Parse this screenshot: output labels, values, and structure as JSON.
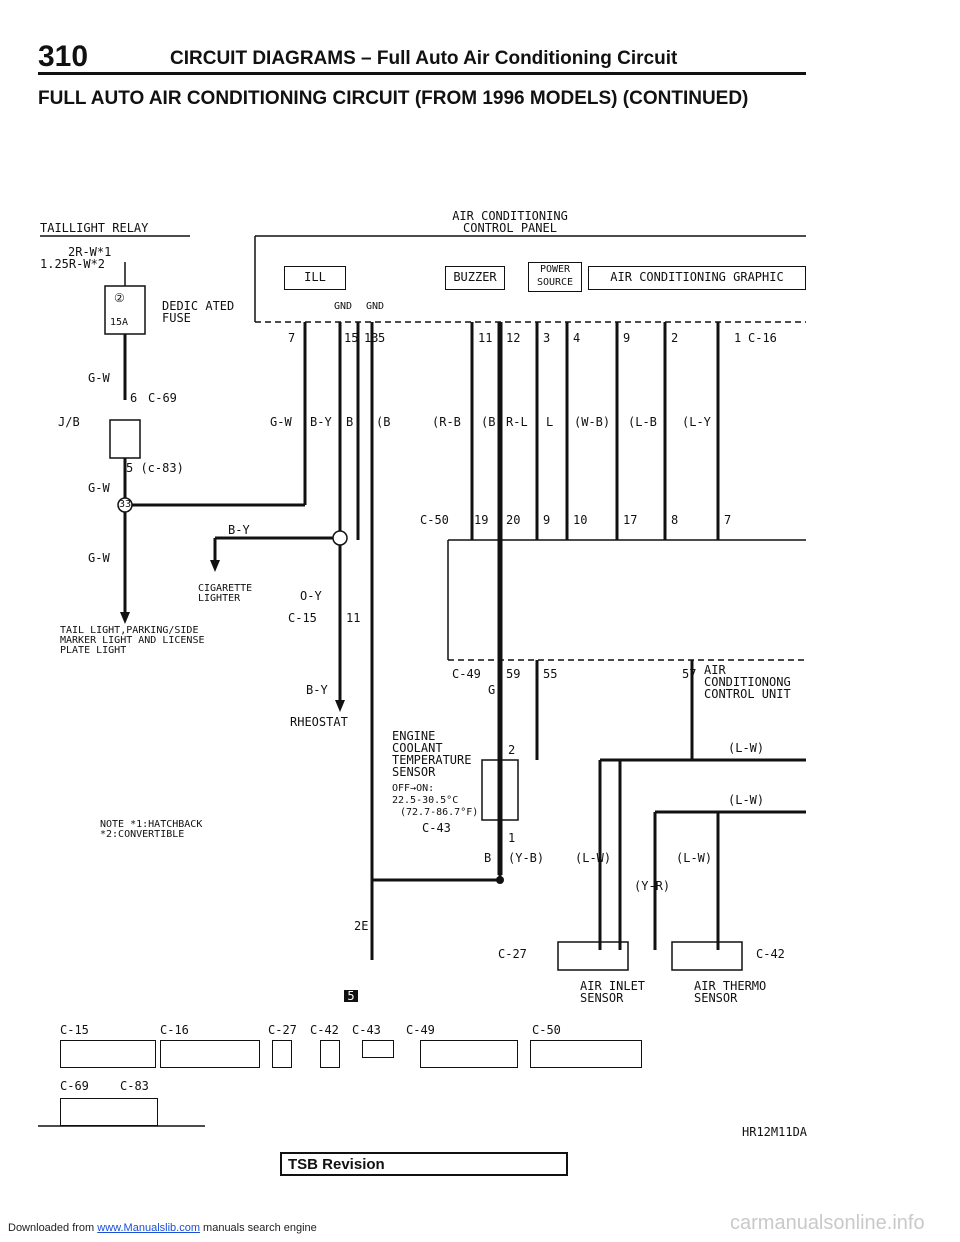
{
  "header": {
    "page_number": "310",
    "section_title": "CIRCUIT DIAGRAMS – Full Auto Air Conditioning Circuit",
    "main_title": "FULL AUTO AIR CONDITIONING CIRCUIT (FROM 1996 MODELS) (CONTINUED)"
  },
  "diagram": {
    "taillight_relay": "TAILLIGHT RELAY",
    "wire_2r": "2R-W*1",
    "wire_125r": "1.25R-W*2",
    "fuse_num": "②",
    "fuse_amp": "15A",
    "dedicated_fuse": "DEDIC ATED FUSE",
    "g_w": "G-W",
    "conn_c69_pin": "6",
    "conn_c69": "C-69",
    "jb": "J/B",
    "conn_c83": "5 (c-83)",
    "g_w2": "G-W",
    "g_w3": "G-W",
    "node33": "33",
    "b_y": "B-Y",
    "cigarette_lighter": "CIGARETTE LIGHTER",
    "tail_light": "TAIL LIGHT,PARKING/SIDE MARKER LIGHT AND LICENSE PLATE LIGHT",
    "note": "NOTE *1:HATCHBACK *2:CONVERTIBLE",
    "ac_control_panel": "AIR CONDITIONING CONTROL PANEL",
    "ill": "ILL",
    "buzzer": "BUZZER",
    "power_source": "POWER SOURCE",
    "ac_graphic": "AIR CONDITIONING GRAPHIC",
    "gnd1": "GND",
    "gnd2": "GND",
    "pins_top": [
      "7",
      "15",
      "13",
      "5",
      "11",
      "12",
      "3",
      "4",
      "9",
      "2",
      "1"
    ],
    "conn_c16": "C-16",
    "wires_top": [
      "G-W",
      "B-Y",
      "B",
      "(B",
      "(R-B",
      "(B)",
      "R-L",
      "L",
      "(W-B)",
      "(L-B",
      "(L-Y"
    ],
    "conn_c50": "C-50",
    "pins_c50": [
      "19",
      "20",
      "9",
      "10",
      "17",
      "8",
      "7"
    ],
    "o_y": "O-Y",
    "conn_c15": "C-15",
    "pin_11": "11",
    "b_y2": "B-Y",
    "rheostat": "RHEOSTAT",
    "conn_c49": "C-49",
    "pin59": "59",
    "pin55": "55",
    "pin57": "57",
    "g": "G",
    "ac_control_unit": "AIR CONDITIONONG CONTROL UNIT",
    "ect_sensor": "ENGINE COOLANT TEMPERATURE SENSOR",
    "off_on": "OFF→ON:",
    "temp_c": "22.5-30.5°C",
    "temp_f": "(72.7-86.7°F)",
    "conn_c43": "C-43",
    "pin2": "2",
    "pin1": "1",
    "b": "B",
    "y_b": "(Y-B)",
    "l_w1": "(L-W)",
    "l_w2": "(L-W)",
    "l_w3": "(L-W)",
    "l_w4": "(L-W)",
    "y_r": "(Y-R)",
    "twoE": "2E",
    "conn_c27": "C-27",
    "conn_c42": "C-42",
    "air_inlet_sensor": "AIR INLET SENSOR",
    "air_thermo_sensor": "AIR THERMO SENSOR",
    "ground_symbol": "5"
  },
  "connectors": {
    "c15": "C-15",
    "c16": "C-16",
    "c27": "C-27",
    "c42": "C-42",
    "c43": "C-43",
    "c49": "C-49",
    "c50": "C-50",
    "c69": "C-69",
    "c83": "C-83"
  },
  "code": "HR12M11DA",
  "tsb": "TSB Revision",
  "footer": {
    "prefix": "Downloaded from ",
    "link": "www.Manualslib.com",
    "suffix": " manuals search engine",
    "watermark": "carmanualsonline.info"
  }
}
